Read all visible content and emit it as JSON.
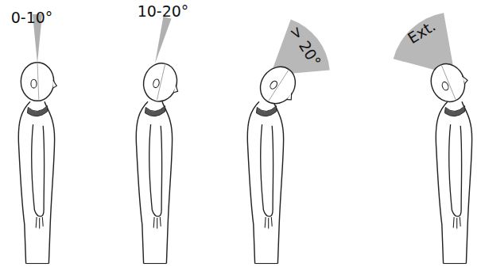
{
  "diagram": {
    "labels": [
      "0-10°",
      "10-20°",
      "> 20°",
      "Ext."
    ]
  }
}
